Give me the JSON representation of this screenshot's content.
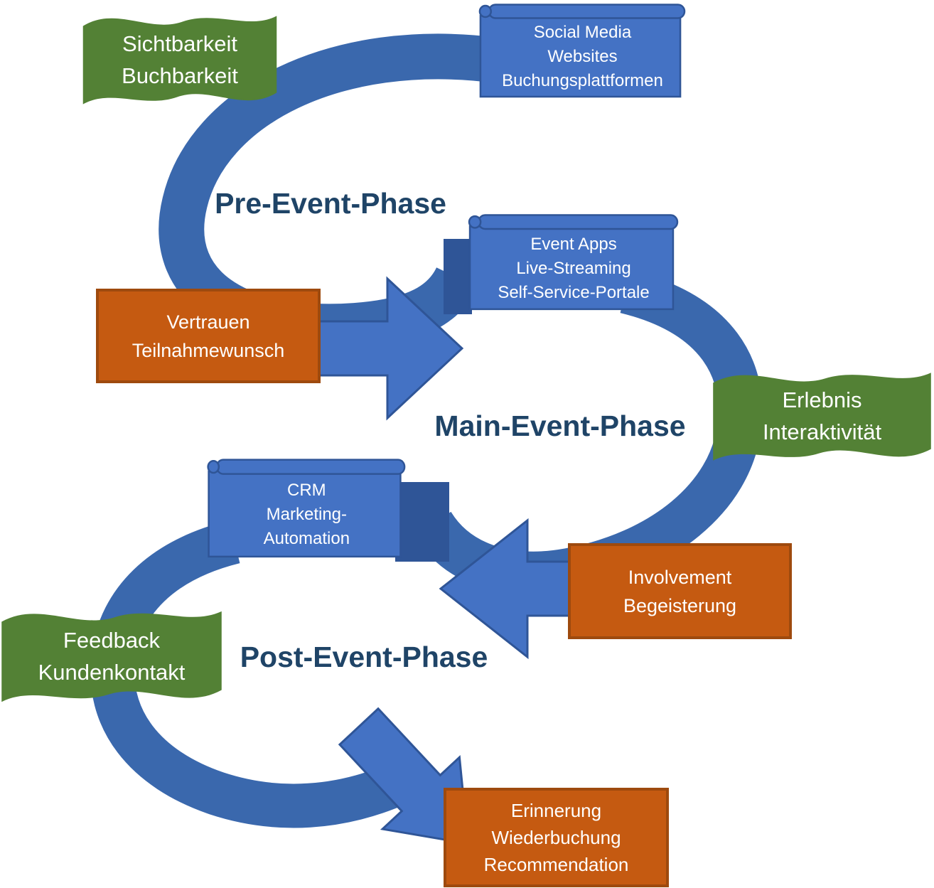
{
  "colors": {
    "green": "#538135",
    "blue-fill": "#4472C4",
    "blue-dark": "#2F5597",
    "ribbon": "#3A68AD",
    "orange": "#C55A11",
    "orange-dark": "#9E4A0E",
    "navy": "#1F4467",
    "text-light": "#FFFFFF"
  },
  "phases": {
    "pre": {
      "label": "Pre-Event-Phase"
    },
    "main": {
      "label": "Main-Event-Phase"
    },
    "post": {
      "label": "Post-Event-Phase"
    }
  },
  "banners": {
    "sichtbarkeit": {
      "text": "Sichtbarkeit\nBuchbarkeit"
    },
    "erlebnis": {
      "text": "Erlebnis\nInteraktivität"
    },
    "feedback": {
      "text": "Feedback\nKundenkontakt"
    }
  },
  "scrolls": {
    "social": {
      "text": "Social Media\nWebsites\nBuchungsplattformen"
    },
    "event_apps": {
      "text": "Event Apps\nLive-Streaming\nSelf-Service-Portale"
    },
    "crm": {
      "text": "CRM\nMarketing-\nAutomation"
    }
  },
  "outcome_boxes": {
    "vertrauen": {
      "text": "Vertrauen\nTeilnahmewunsch"
    },
    "involvement": {
      "text": "Involvement\nBegeisterung"
    },
    "erinnerung": {
      "text": "Erinnerung\nWiederbuchung\nRecommendation"
    }
  }
}
